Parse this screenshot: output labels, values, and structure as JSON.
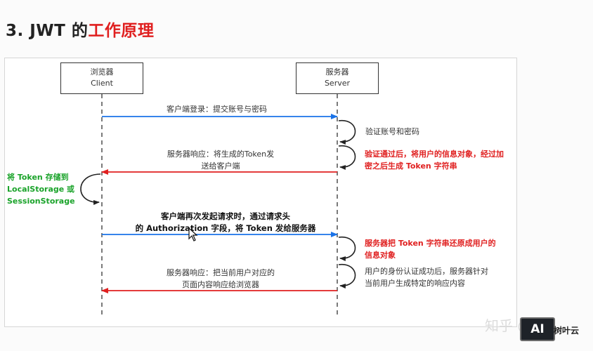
{
  "title": {
    "prefix": "3. JWT 的",
    "highlight": "工作原理"
  },
  "actors": {
    "client": {
      "line1": "浏览器",
      "line2": "Client"
    },
    "server": {
      "line1": "服务器",
      "line2": "Server"
    }
  },
  "messages": {
    "m1": "客户端登录：提交账号与密码",
    "m2": "验证账号和密码",
    "m3_line1": "验证通过后，将用户的信息对象，经过加",
    "m3_line2": "密之后生成 Token 字符串",
    "m4_line1": "服务器响应：将生成的Token发",
    "m4_line2": "送给客户端",
    "m5_line1": "将 Token 存储到",
    "m5_line2": "LocalStorage 或",
    "m5_line3": "SessionStorage",
    "m6_line1": "客户端再次发起请求时，通过请求头",
    "m6_line2": "的 Authorization 字段，将 Token 发给服务器",
    "m7_line1": "服务器把 Token 字符串还原成用户的",
    "m7_line2": "信息对象",
    "m8_line1": "用户的身份认证成功后，服务器针对",
    "m8_line2": "当前用户生成特定的响应内容",
    "m9_line1": "服务器响应：把当前用户对应的",
    "m9_line2": "页面内容响应给浏览器"
  },
  "watermark": "知乎 @",
  "logo": {
    "badge": "AI",
    "brand": "树叶云"
  },
  "colors": {
    "request_arrow": "#1a73e8",
    "response_arrow": "#e02020",
    "highlight_red": "#e02020",
    "highlight_green": "#1aa32a"
  }
}
